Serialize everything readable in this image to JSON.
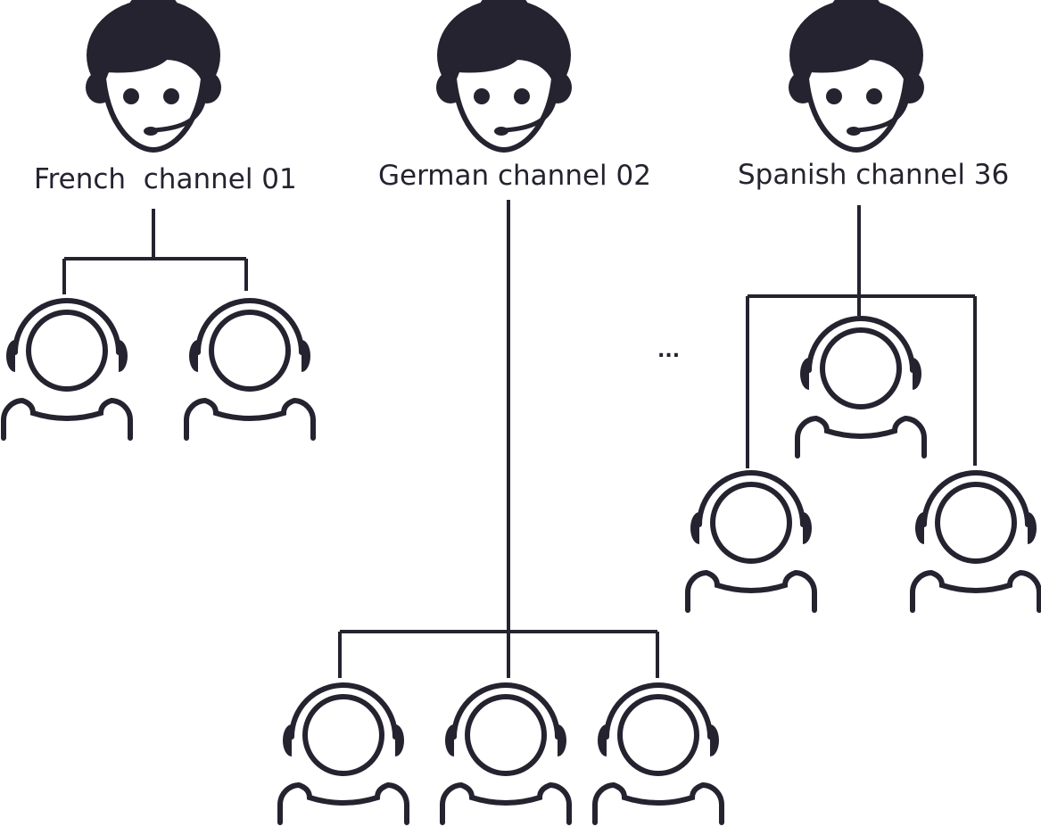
{
  "colors": {
    "ink": "#24232f",
    "face": "#ffffff",
    "background": "#ffffff"
  },
  "icons": {
    "operator": "female-operator-headset-icon",
    "listener": "listener-headphones-icon"
  },
  "channels": [
    {
      "label": "French  channel 01",
      "listeners": 2
    },
    {
      "label": "German channel 02",
      "listeners": 3
    },
    {
      "label": "Spanish channel 36",
      "listeners": 3
    }
  ],
  "ellipsis": "..."
}
